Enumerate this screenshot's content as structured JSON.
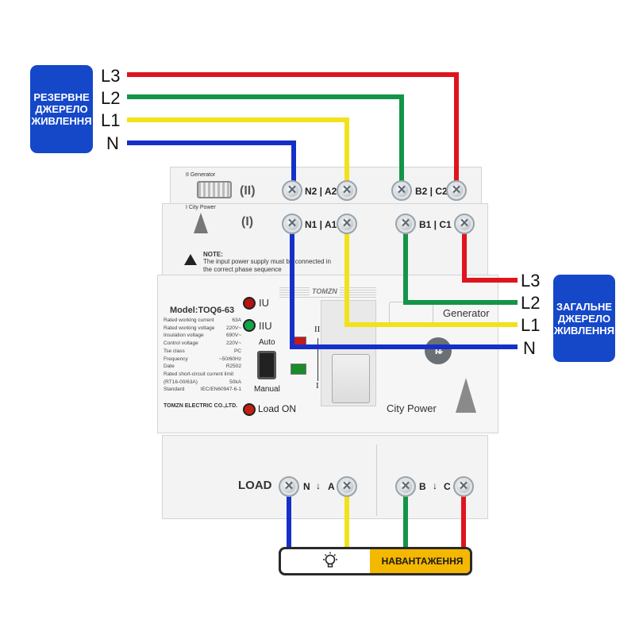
{
  "wires_left": {
    "labels": [
      "L3",
      "L2",
      "L1",
      "N"
    ],
    "source_label": "РЕЗЕРВНЕ\nДЖЕРЕЛО\nЖИВЛЕННЯ"
  },
  "wires_right": {
    "labels": [
      "L3",
      "L2",
      "L1",
      "N"
    ],
    "source_label": "ЗАГАЛЬНЕ\nДЖЕРЕЛО\nЖИВЛЕННЯ"
  },
  "wire_colors": {
    "L3": "#e0141e",
    "L2": "#149447",
    "L1": "#f2e21a",
    "N": "#1530c9"
  },
  "accent": "#1547c9",
  "device": {
    "generator_tag": "II Generator",
    "city_power_tag": "I City Power",
    "symbol_top": "(II)",
    "symbol_mid": "(I)",
    "top_terminals": [
      "N2",
      "A2",
      "B2",
      "C2"
    ],
    "mid_terminals": [
      "N1",
      "A1",
      "B1",
      "C1"
    ],
    "note_title": "NOTE:",
    "note_line1": "The input power supply must be connected in",
    "note_line2": "the correct phase sequence",
    "brand": "TOMZN",
    "model": "Model:TOQ6-63",
    "specs": [
      [
        "Rated working current",
        "63A"
      ],
      [
        "Rated working voltage",
        "220V~"
      ],
      [
        "Insulation voltage",
        "690V~"
      ],
      [
        "Control voltage",
        "220V~"
      ],
      [
        "Tse class",
        "PC"
      ],
      [
        "Frequency",
        "~50/60Hz"
      ],
      [
        "Date",
        "R2502"
      ],
      [
        "Rated short-circuit current limit",
        ""
      ],
      [
        "(RT16-00/63A)",
        "50kA"
      ],
      [
        "Standard",
        "IEC/EN60947-6-1"
      ]
    ],
    "maker": "TOMZN ELECTRIC CO.,LTD.",
    "led_iu": "IU",
    "led_iiu": "IIU",
    "auto_label": "Auto",
    "manual_label": "Manual",
    "load_on_label": "Load ON",
    "switch_ii": "II",
    "switch_i": "I",
    "generator_label": "Generator",
    "city_power_label": "City Power",
    "load_label": "LOAD",
    "bottom_terminals": [
      "N",
      "A",
      "B",
      "C"
    ]
  },
  "load_bar": {
    "label": "НАВАНТАЖЕННЯ",
    "icon": "lightbulb-icon",
    "highlight": "#f5b800"
  }
}
